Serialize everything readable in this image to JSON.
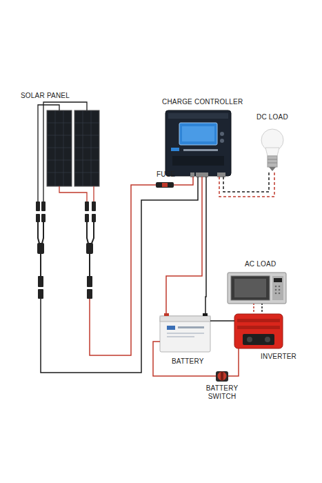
{
  "diagram": {
    "nodes": [
      {
        "text": [
          "SOLAR PANEL"
        ]
      },
      {
        "text": [
          "CHARGE CONTROLLER"
        ]
      },
      {
        "text": [
          "DC LOAD"
        ]
      },
      {
        "text": [
          "FUSE"
        ]
      },
      {
        "text": [
          "AC LOAD"
        ]
      },
      {
        "text": [
          "BATTERY"
        ]
      },
      {
        "text": [
          "INVERTER"
        ]
      },
      {
        "text": [
          "BATTERY SWITCH"
        ]
      }
    ],
    "edges": [
      {
        "from": 0,
        "to": 3,
        "arrow": "none"
      },
      {
        "from": 3,
        "to": 1,
        "arrow": "none"
      },
      {
        "from": 0,
        "to": 1,
        "arrow": "none"
      },
      {
        "from": 1,
        "to": 2,
        "arrow": "none"
      },
      {
        "from": 1,
        "to": 2,
        "arrow": "none"
      },
      {
        "from": 1,
        "to": 5,
        "arrow": "none"
      },
      {
        "from": 1,
        "to": 5,
        "arrow": "none"
      },
      {
        "from": 5,
        "to": 6,
        "arrow": "none"
      },
      {
        "from": 5,
        "to": 7,
        "arrow": "none"
      },
      {
        "from": 7,
        "to": 6,
        "arrow": "none"
      },
      {
        "from": 6,
        "to": 4,
        "arrow": "none"
      },
      {
        "from": 6,
        "to": 4,
        "arrow": "none"
      }
    ]
  }
}
